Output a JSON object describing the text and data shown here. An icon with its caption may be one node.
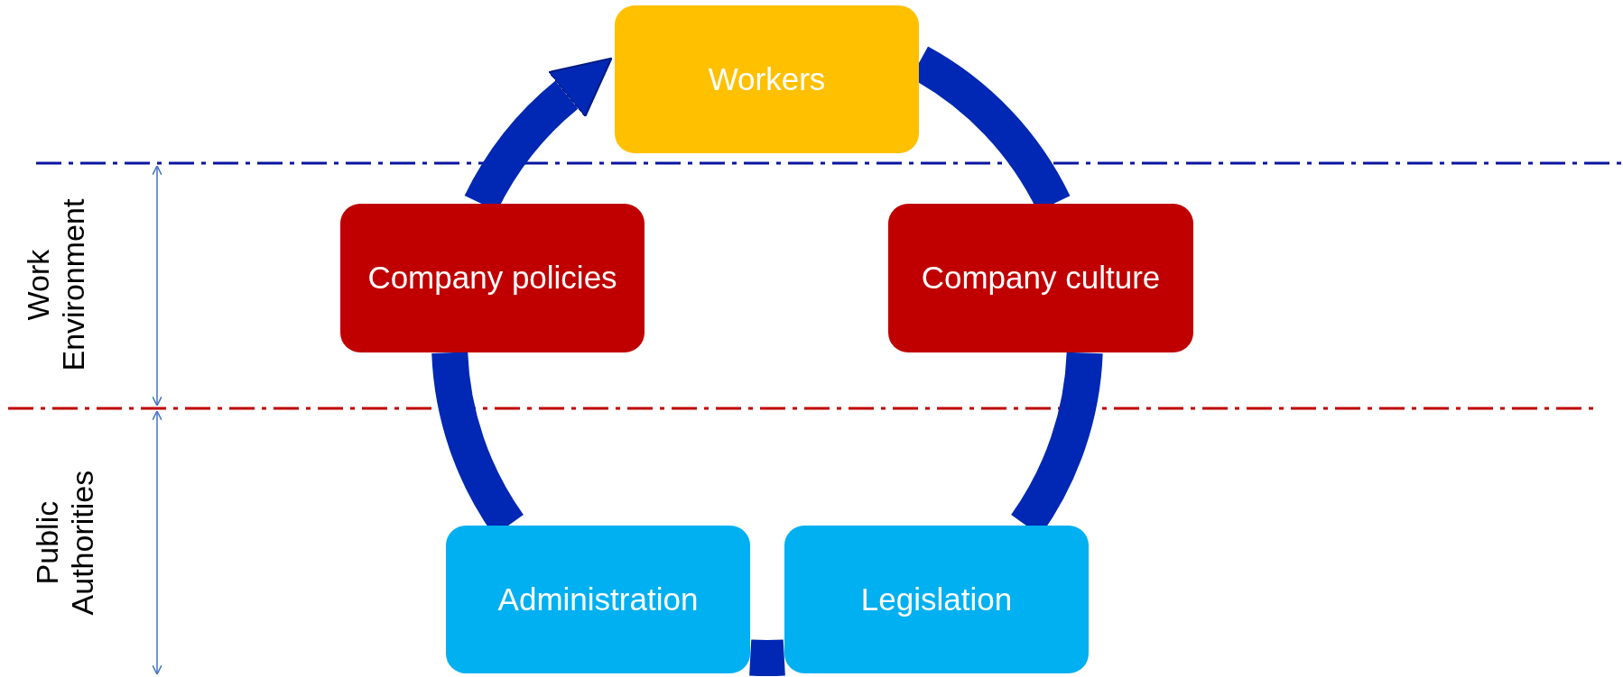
{
  "diagram": {
    "nodes": [
      {
        "text": [
          "Workers"
        ]
      },
      {
        "text": [
          "Company policies"
        ]
      },
      {
        "text": [
          "Company culture"
        ]
      },
      {
        "text": [
          "Administration"
        ]
      },
      {
        "text": [
          "Legislation"
        ]
      }
    ],
    "edges": [
      {
        "from": 0,
        "to": 2,
        "arrow": "none"
      },
      {
        "from": 2,
        "to": 4,
        "arrow": "none"
      },
      {
        "from": 4,
        "to": 3,
        "arrow": "none"
      },
      {
        "from": 3,
        "to": 1,
        "arrow": "none"
      },
      {
        "from": 1,
        "to": 0,
        "arrow": "to"
      }
    ],
    "labels": [
      "Work Environment",
      "Public Authorities"
    ]
  }
}
